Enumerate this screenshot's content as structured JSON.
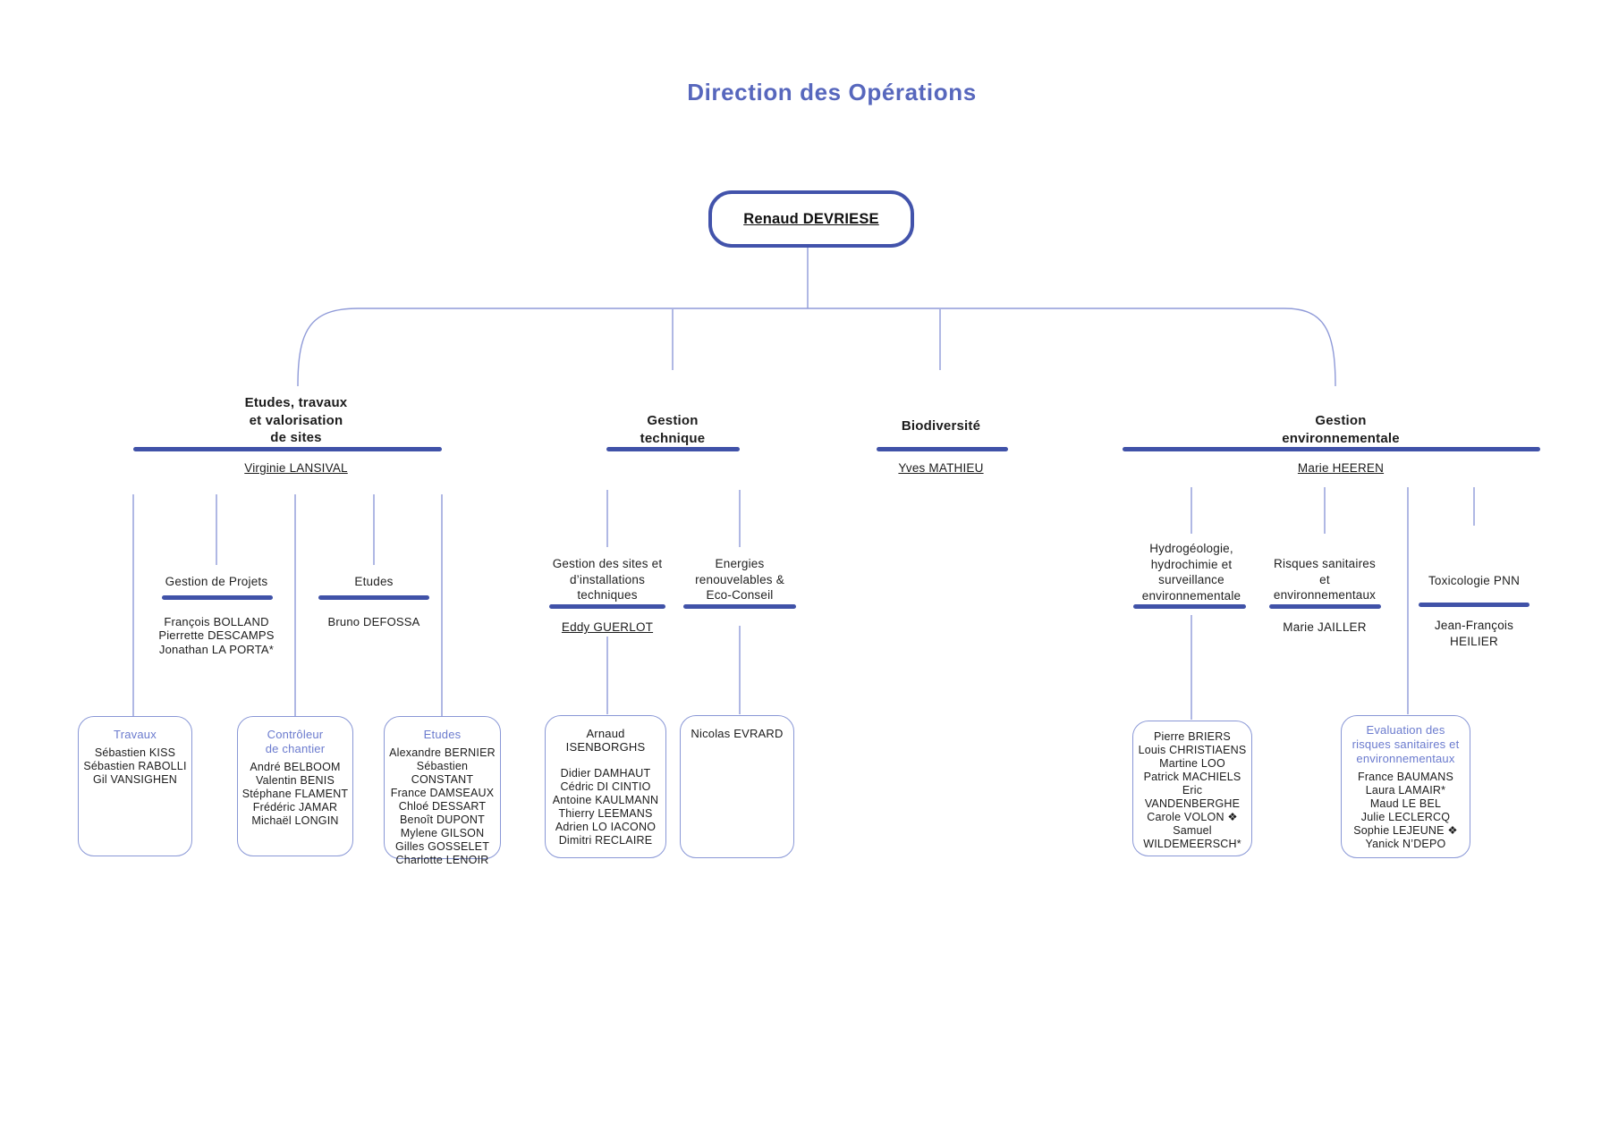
{
  "page_title": "Direction des Opérations",
  "colors": {
    "title_blue": "#5767bd",
    "bar_blue": "#4052a8",
    "line_blue": "#8f9ad8",
    "box_border_blue": "#8997d6",
    "box_title_blue": "#6b7bce"
  },
  "director": {
    "name": "Renaud DEVRIESE"
  },
  "branches": [
    {
      "title": "Etudes, travaux\net valorisation\nde sites",
      "head": "Virginie LANSIVAL",
      "teams": [
        {
          "title": "Gestion de Projets",
          "members": [
            "François BOLLAND",
            "Pierrette DESCAMPS",
            "Jonathan LA PORTA*"
          ]
        },
        {
          "title": "Etudes",
          "members": [
            "Bruno DEFOSSA"
          ]
        }
      ],
      "boxes": [
        {
          "title": "Travaux",
          "members": [
            "Sébastien KISS",
            "Sébastien RABOLLI",
            "Gil VANSIGHEN"
          ]
        },
        {
          "title": "Contrôleur\nde chantier",
          "members": [
            "André BELBOOM",
            "Valentin BENIS",
            "Stéphane FLAMENT",
            "Frédéric JAMAR",
            "Michaël LONGIN"
          ]
        },
        {
          "title": "Etudes",
          "members": [
            "Alexandre BERNIER",
            "Sébastien CONSTANT",
            "France DAMSEAUX",
            "Chloé DESSART",
            "Benoît DUPONT",
            "Mylene GILSON",
            "Gilles GOSSELET",
            "Charlotte LENOIR"
          ]
        }
      ]
    },
    {
      "title": "Gestion\ntechnique",
      "teams": [
        {
          "title": "Gestion des sites et\nd’installations\ntechniques",
          "head": "Eddy GUERLOT"
        },
        {
          "title": "Energies\nrenouvelables &\nEco-Conseil"
        }
      ],
      "boxes": [
        {
          "lead": "Arnaud ISENBORGHS",
          "members": [
            "Didier DAMHAUT",
            "Cédric DI CINTIO",
            "Antoine KAULMANN",
            "Thierry LEEMANS",
            "Adrien LO IACONO",
            "Dimitri RECLAIRE"
          ]
        },
        {
          "lead": "Nicolas EVRARD"
        }
      ]
    },
    {
      "title": "Biodiversité",
      "head": "Yves MATHIEU"
    },
    {
      "title": "Gestion\nenvironnementale",
      "head": "Marie HEEREN",
      "teams": [
        {
          "title": "Hydrogéologie,\nhydrochimie et\nsurveillance\nenvironnementale"
        },
        {
          "title": "Risques sanitaires\net\nenvironnementaux",
          "lead": "Marie JAILLER"
        },
        {
          "title": "Toxicologie PNN",
          "lead": "Jean-François\nHEILIER"
        }
      ],
      "boxes": [
        {
          "members": [
            "Pierre BRIERS",
            "Louis CHRISTIAENS",
            "Martine LOO",
            "Patrick MACHIELS",
            "Eric VANDENBERGHE",
            "Carole VOLON ❖",
            "Samuel WILDEMEERSCH*"
          ]
        },
        {
          "title": "Evaluation des\nrisques sanitaires et\nenvironnementaux",
          "members": [
            "France BAUMANS",
            "Laura LAMAIR*",
            "Maud LE BEL",
            "Julie LECLERCQ",
            "Sophie LEJEUNE ❖",
            "Yanick N’DEPO"
          ]
        }
      ]
    }
  ]
}
